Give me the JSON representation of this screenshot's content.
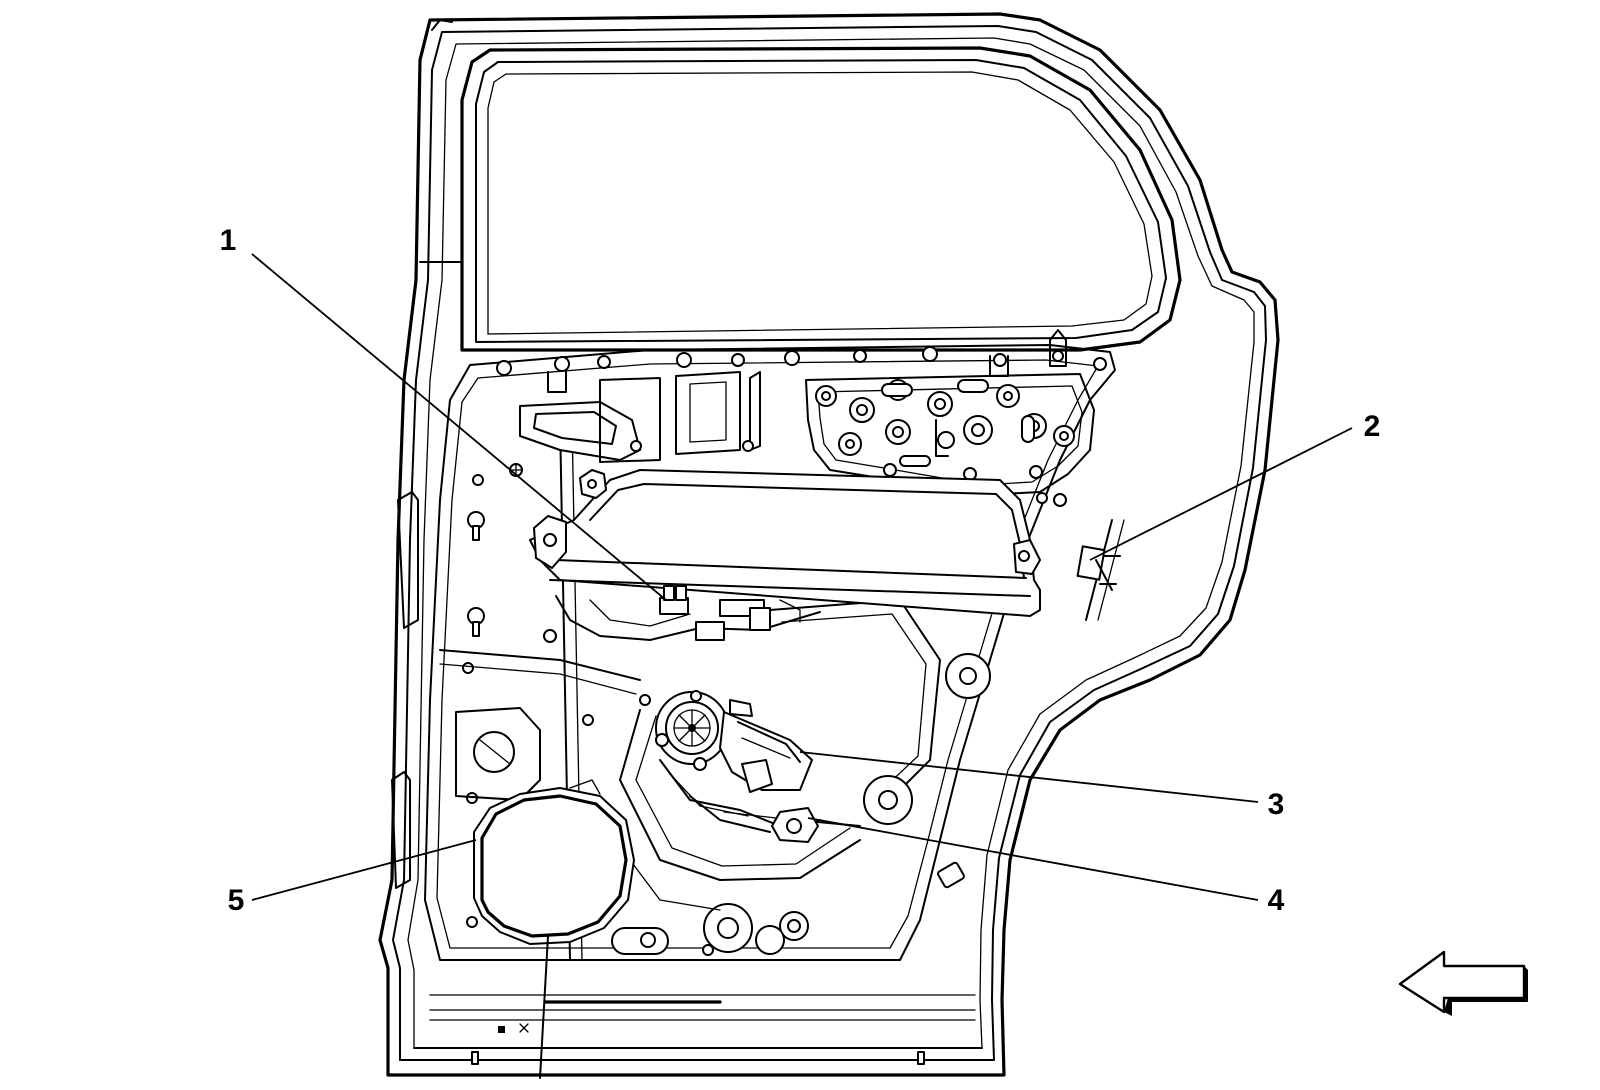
{
  "callouts": [
    {
      "id": "1",
      "label": "1"
    },
    {
      "id": "2",
      "label": "2"
    },
    {
      "id": "3",
      "label": "3"
    },
    {
      "id": "4",
      "label": "4"
    },
    {
      "id": "5",
      "label": "5"
    }
  ],
  "direction_arrow": {
    "direction": "left",
    "icon": "front-direction-arrow-icon"
  }
}
